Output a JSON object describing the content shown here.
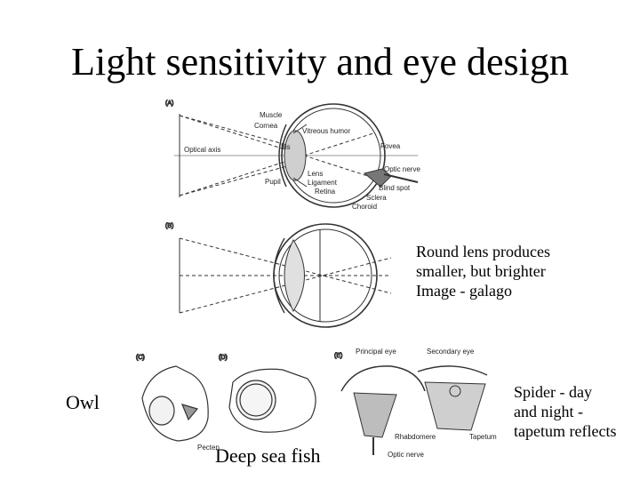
{
  "slide": {
    "title": "Light sensitivity and eye design",
    "captions": {
      "round_lens": [
        "Round lens produces",
        "smaller, but brighter",
        "Image - galago"
      ],
      "owl": "Owl",
      "deep_sea": "Deep sea fish",
      "spider": [
        "Spider - day",
        "and night -",
        "tapetum reflects"
      ]
    }
  },
  "diagram": {
    "panel_labels": [
      "(A)",
      "(B)",
      "(C)",
      "(D)",
      "(E)"
    ],
    "eye_labels": {
      "muscle": "Muscle",
      "cornea": "Cornea",
      "vitreous": "Vitreous humor",
      "iris": "Iris",
      "optical_axis": "Optical axis",
      "fovea": "Fovea",
      "optic_nerve": "Optic nerve",
      "lens": "Lens",
      "ligament": "Ligament",
      "retina": "Retina",
      "pupil": "Pupil",
      "blind_spot": "Blind spot",
      "sclera": "Sclera",
      "choroid": "Choroid",
      "pecten": "Pecten",
      "principal_eye": "Principal eye",
      "secondary_eye": "Secondary eye",
      "rhabdomere": "Rhabdomere",
      "tapetum": "Tapetum",
      "optic_nerve_spider": "Optic nerve"
    }
  }
}
